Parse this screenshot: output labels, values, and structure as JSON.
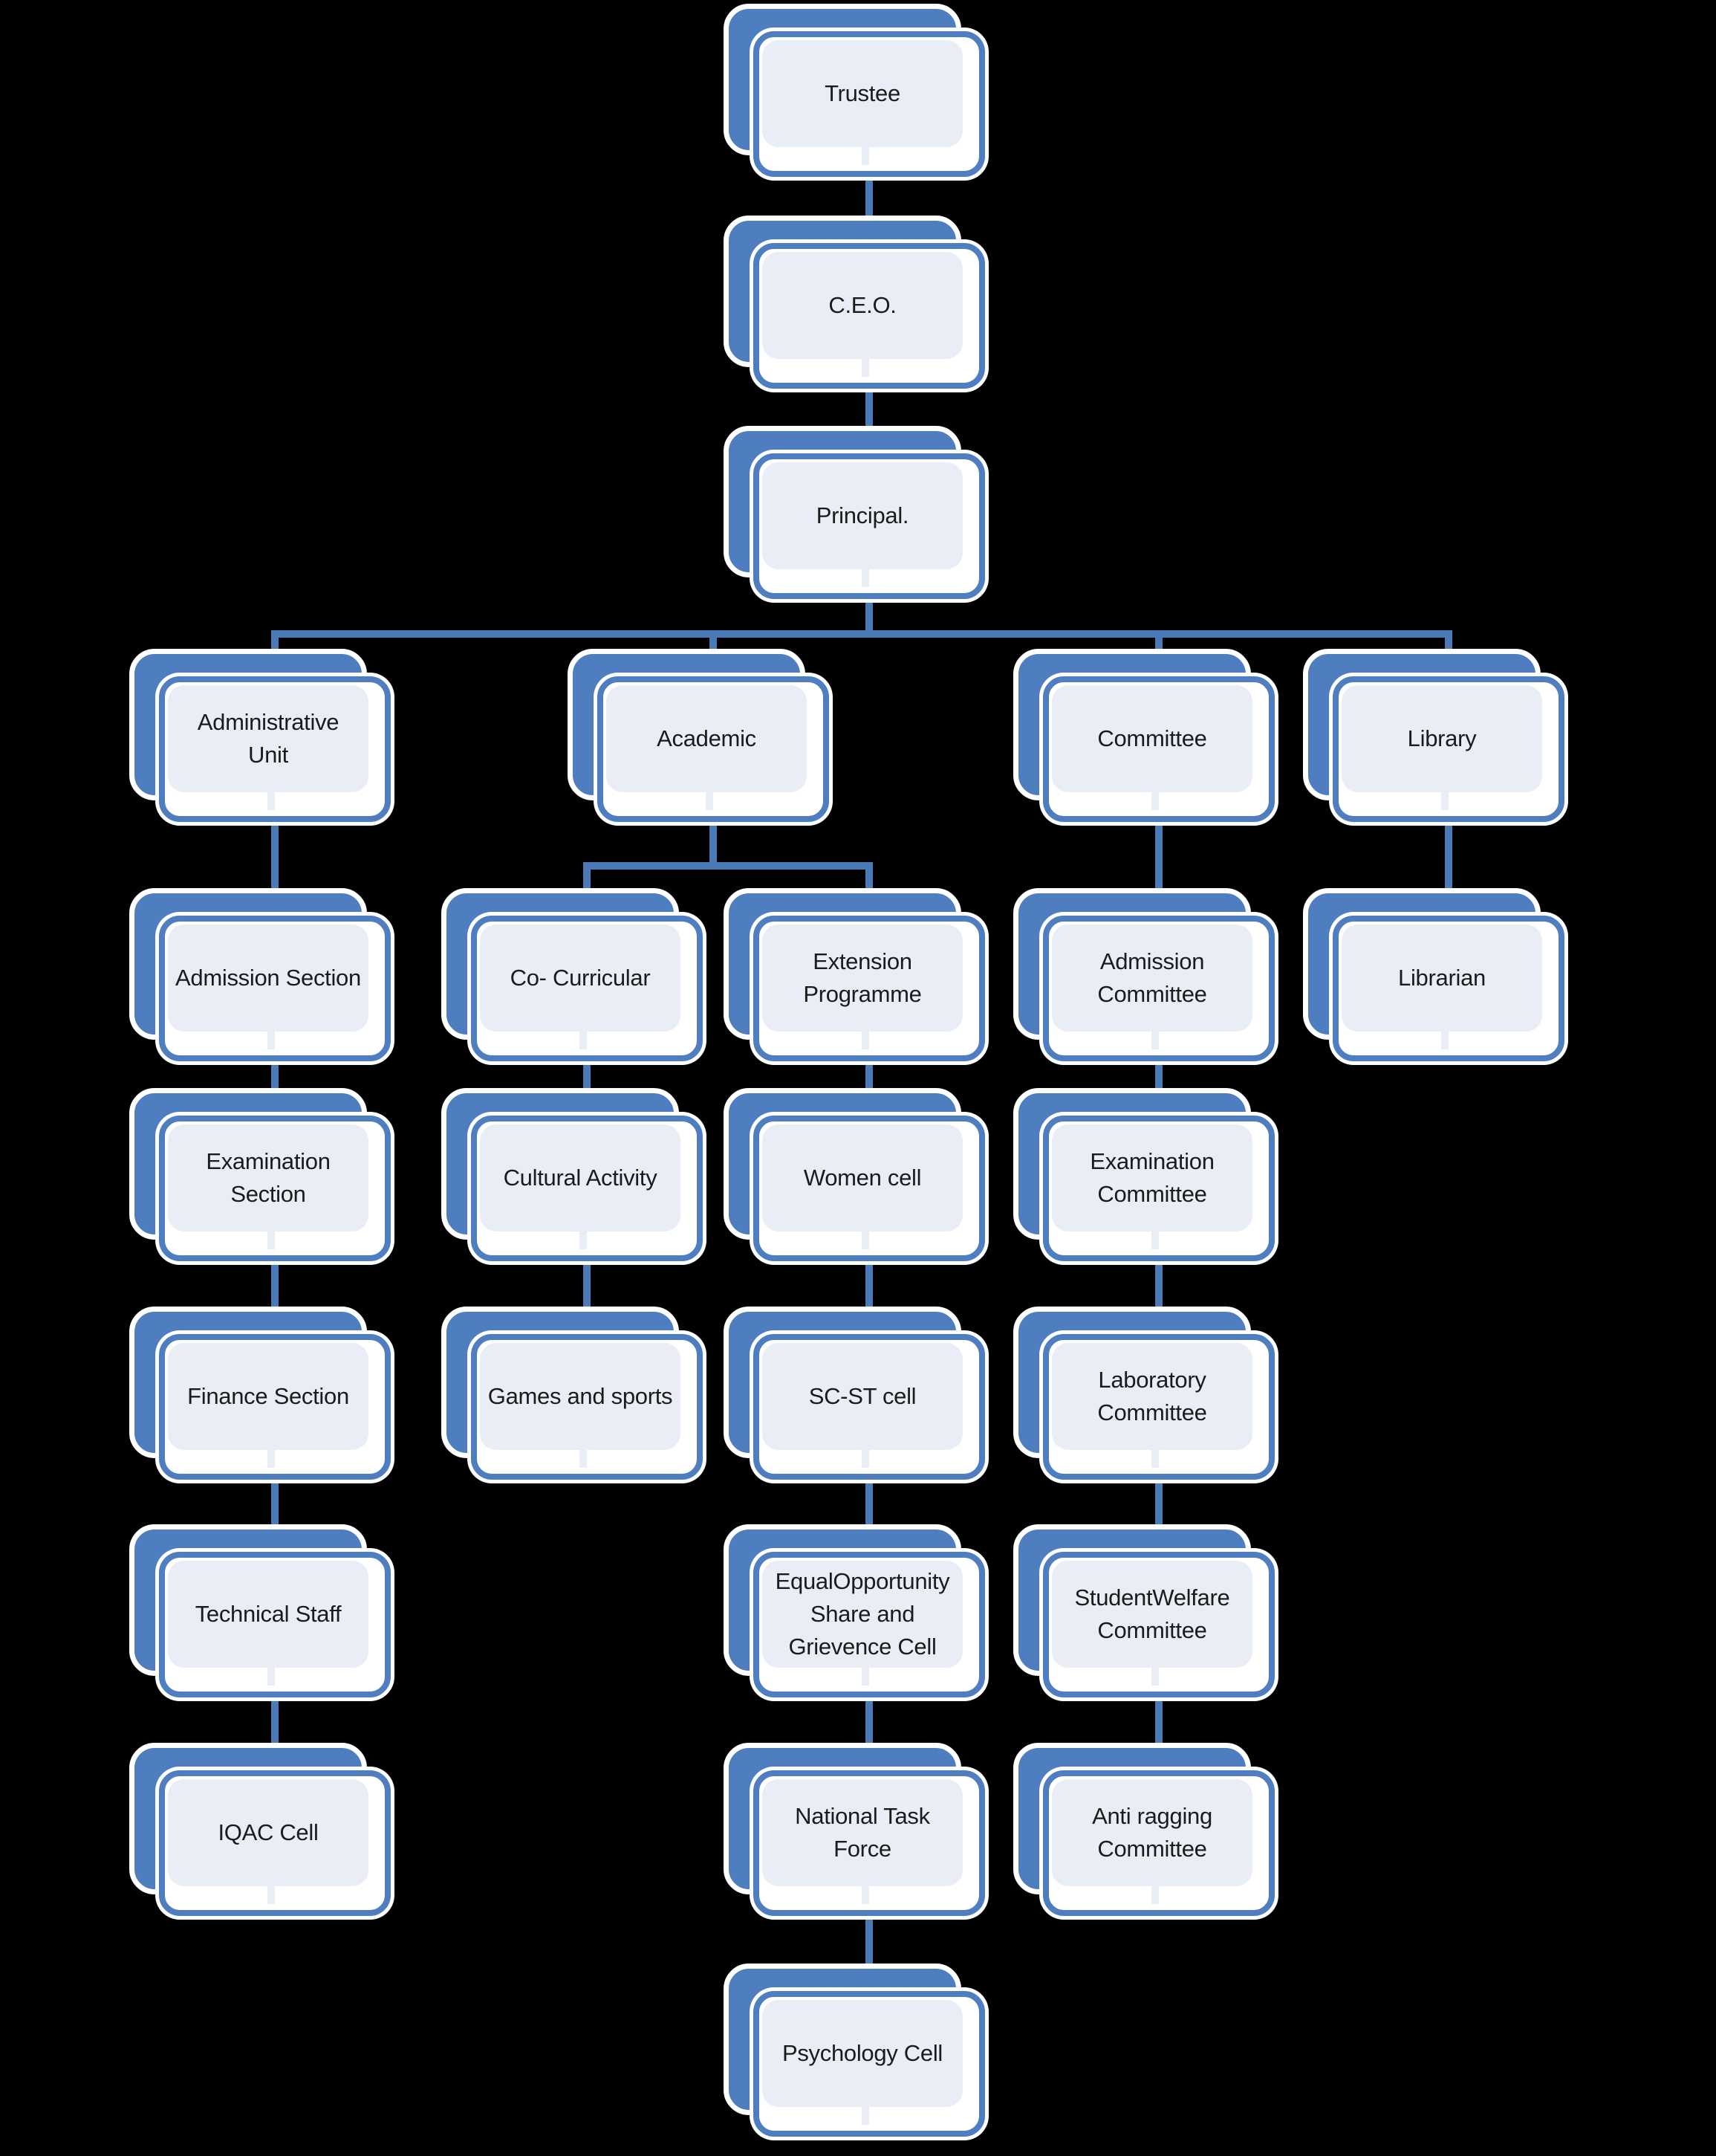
{
  "background": "#000000",
  "palette": {
    "box_blue": "#4f7ec0",
    "panel_fill": "#e9edf6",
    "connector_blue": "#4a7ab8",
    "outline_white": "#ffffff",
    "text_color": "#1b1b1b"
  },
  "nodes": [
    {
      "id": "trustee",
      "label": "Trustee"
    },
    {
      "id": "ceo",
      "label": "C.E.O."
    },
    {
      "id": "principal",
      "label": "Principal."
    },
    {
      "id": "administrative-unit",
      "label": "Administrative\nUnit"
    },
    {
      "id": "academic",
      "label": "Academic"
    },
    {
      "id": "committee",
      "label": "Committee"
    },
    {
      "id": "library",
      "label": "Library"
    },
    {
      "id": "admission-section",
      "label": "Admission Section"
    },
    {
      "id": "co-curricular",
      "label": "Co- Curricular"
    },
    {
      "id": "extension-programme",
      "label": "Extension\nProgramme"
    },
    {
      "id": "admission-committee",
      "label": "Admission\nCommittee"
    },
    {
      "id": "librarian",
      "label": "Librarian"
    },
    {
      "id": "examination-section",
      "label": "Examination\nSection"
    },
    {
      "id": "cultural-activity",
      "label": "Cultural Activity"
    },
    {
      "id": "women-cell",
      "label": "Women cell"
    },
    {
      "id": "examination-committee",
      "label": "Examination\nCommittee"
    },
    {
      "id": "finance-section",
      "label": "Finance Section"
    },
    {
      "id": "games-and-sports",
      "label": "Games and sports"
    },
    {
      "id": "sc-st-cell",
      "label": "SC-ST cell"
    },
    {
      "id": "laboratory-committee",
      "label": "Laboratory\nCommittee"
    },
    {
      "id": "technical-staff",
      "label": "Technical Staff"
    },
    {
      "id": "equal-opportunity-cell",
      "label": "EqualOpportunity\nShare and\nGrievence Cell"
    },
    {
      "id": "student-welfare-committee",
      "label": "StudentWelfare\nCommittee"
    },
    {
      "id": "iqac-cell",
      "label": "IQAC Cell"
    },
    {
      "id": "national-task-force",
      "label": "National Task\nForce"
    },
    {
      "id": "anti-ragging-committee",
      "label": "Anti ragging\nCommittee"
    },
    {
      "id": "psychology-cell",
      "label": "Psychology Cell"
    }
  ],
  "edges": [
    [
      "trustee",
      "ceo"
    ],
    [
      "ceo",
      "principal"
    ],
    [
      "principal",
      "administrative-unit"
    ],
    [
      "principal",
      "academic"
    ],
    [
      "principal",
      "committee"
    ],
    [
      "principal",
      "library"
    ],
    [
      "administrative-unit",
      "admission-section"
    ],
    [
      "admission-section",
      "examination-section"
    ],
    [
      "examination-section",
      "finance-section"
    ],
    [
      "finance-section",
      "technical-staff"
    ],
    [
      "technical-staff",
      "iqac-cell"
    ],
    [
      "academic",
      "co-curricular"
    ],
    [
      "academic",
      "extension-programme"
    ],
    [
      "co-curricular",
      "cultural-activity"
    ],
    [
      "cultural-activity",
      "games-and-sports"
    ],
    [
      "extension-programme",
      "women-cell"
    ],
    [
      "women-cell",
      "sc-st-cell"
    ],
    [
      "sc-st-cell",
      "equal-opportunity-cell"
    ],
    [
      "equal-opportunity-cell",
      "national-task-force"
    ],
    [
      "national-task-force",
      "psychology-cell"
    ],
    [
      "committee",
      "admission-committee"
    ],
    [
      "admission-committee",
      "examination-committee"
    ],
    [
      "examination-committee",
      "laboratory-committee"
    ],
    [
      "laboratory-committee",
      "student-welfare-committee"
    ],
    [
      "student-welfare-committee",
      "anti-ragging-committee"
    ],
    [
      "library",
      "librarian"
    ]
  ]
}
